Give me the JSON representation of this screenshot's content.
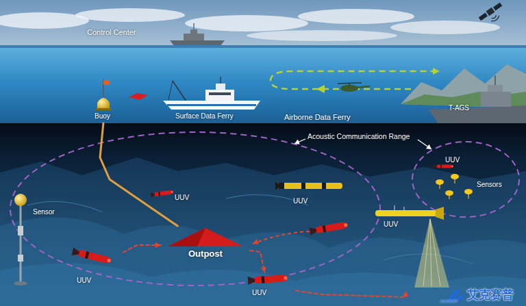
{
  "diagram": {
    "nodes": [
      {
        "text": [
          "Control Center"
        ]
      },
      {
        "text": [
          "Buoy"
        ]
      },
      {
        "text": [
          "Surface Data Ferry"
        ]
      },
      {
        "text": [
          "Airborne Data Ferry"
        ]
      },
      {
        "text": [
          "T-AGS"
        ]
      },
      {
        "text": [
          "Sensor"
        ]
      },
      {
        "text": [
          "UUV"
        ]
      },
      {
        "text": [
          "UUV"
        ]
      },
      {
        "text": [
          "UUV"
        ]
      },
      {
        "text": [
          "Sensors"
        ]
      },
      {
        "text": [
          "UUV"
        ]
      },
      {
        "text": [
          "Outpost"
        ]
      },
      {
        "text": [
          "UUV"
        ]
      },
      {
        "text": [
          "UUV"
        ]
      }
    ],
    "edges": [
      {
        "from": 1,
        "to": 11,
        "arrow": "none"
      },
      {
        "from": 12,
        "to": 11,
        "arrow": "to"
      },
      {
        "from": 11,
        "to": 13,
        "arrow": "to"
      },
      {
        "from": 13,
        "to": 10,
        "arrow": "to"
      }
    ],
    "labels": [
      "Acoustic Communication Range",
      "艾克赛普",
      "ACCEXP"
    ]
  }
}
